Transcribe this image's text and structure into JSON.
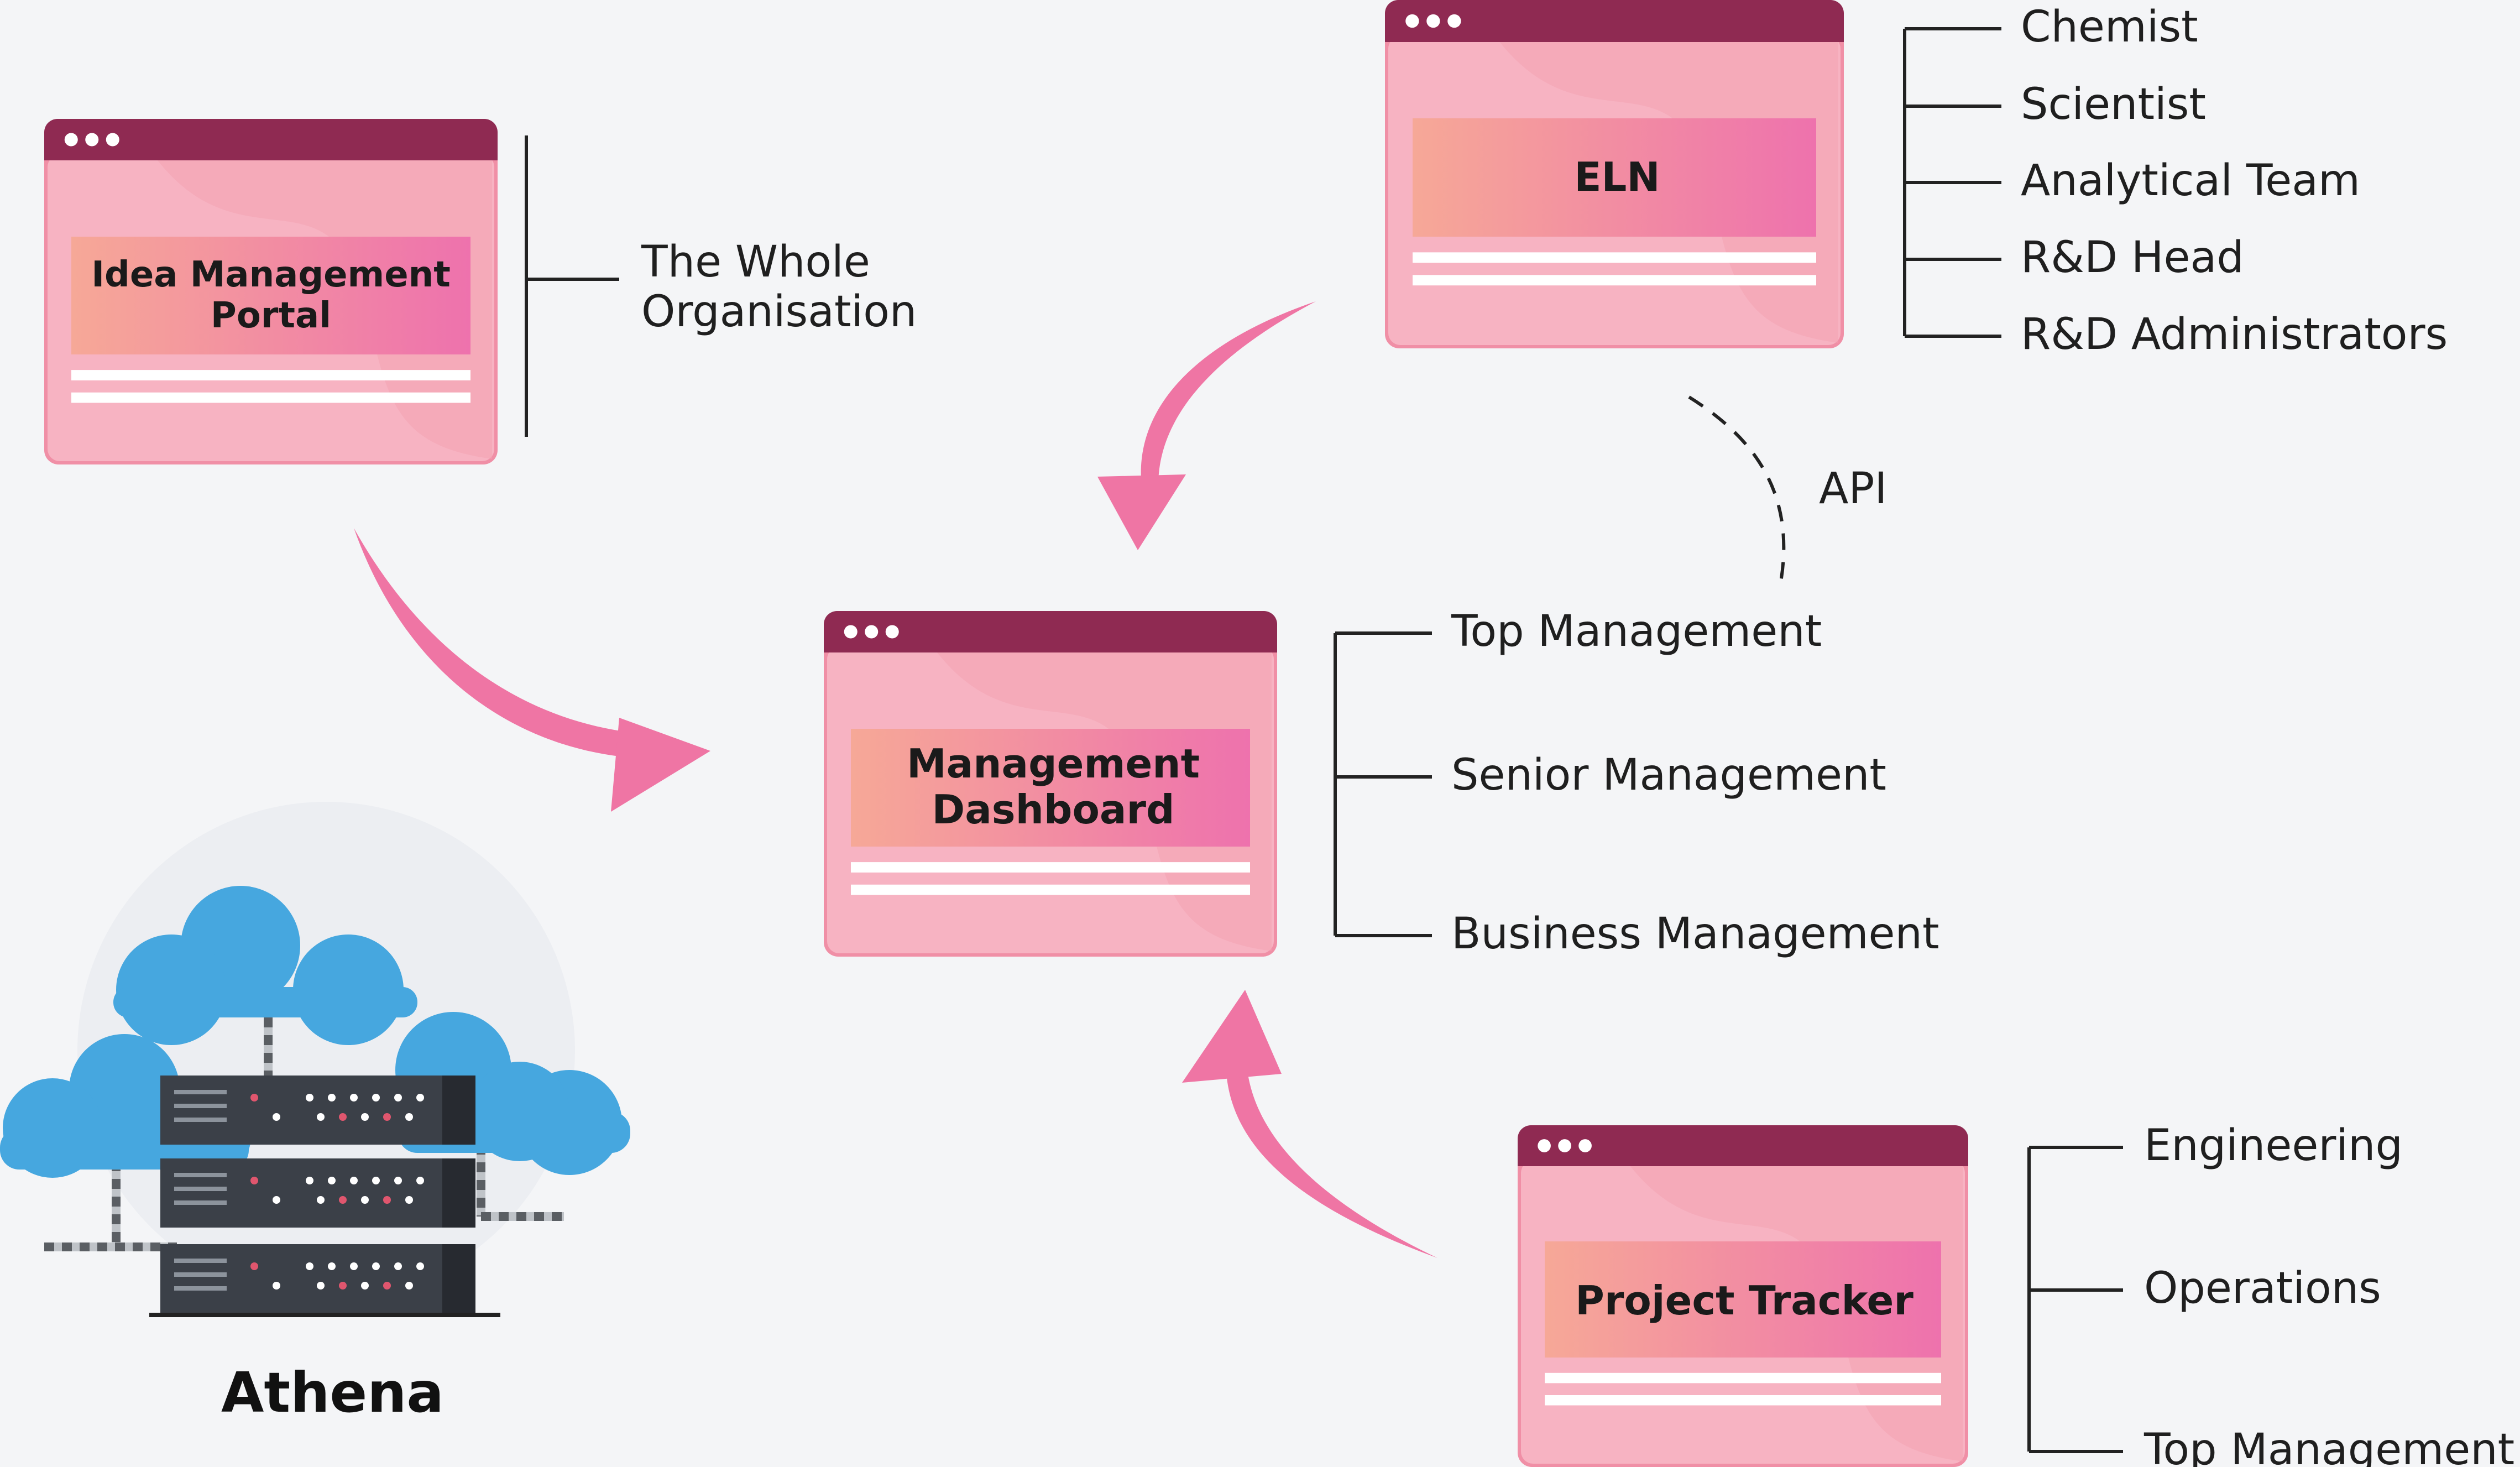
{
  "colors": {
    "background": "#f4f5f7",
    "window_bar": "#8f2a52",
    "window_body": "#f7b3c2",
    "title_band_left": "#f6a897",
    "title_band_right": "#ee72ad",
    "arrow": "#ef75a4",
    "connector": "#222222",
    "cloud": "#46a7df",
    "server": "#3b4048"
  },
  "windows": {
    "idea_portal": {
      "title": "Idea Management Portal",
      "audience": [
        "The Whole Organisation"
      ]
    },
    "eln": {
      "title": "ELN",
      "audience": [
        "Chemist",
        "Scientist",
        "Analytical Team",
        "R&D Head",
        "R&D Administrators"
      ]
    },
    "management_dashboard": {
      "title": "Management Dashboard",
      "audience": [
        "Top Management",
        "Senior Management",
        "Business Management"
      ]
    },
    "project_tracker": {
      "title": "Project Tracker",
      "audience": [
        "Engineering",
        "Operations",
        "Top Management"
      ]
    }
  },
  "api_label": "API",
  "server": {
    "name": "Athena",
    "icon": "cloud-server-icon"
  }
}
